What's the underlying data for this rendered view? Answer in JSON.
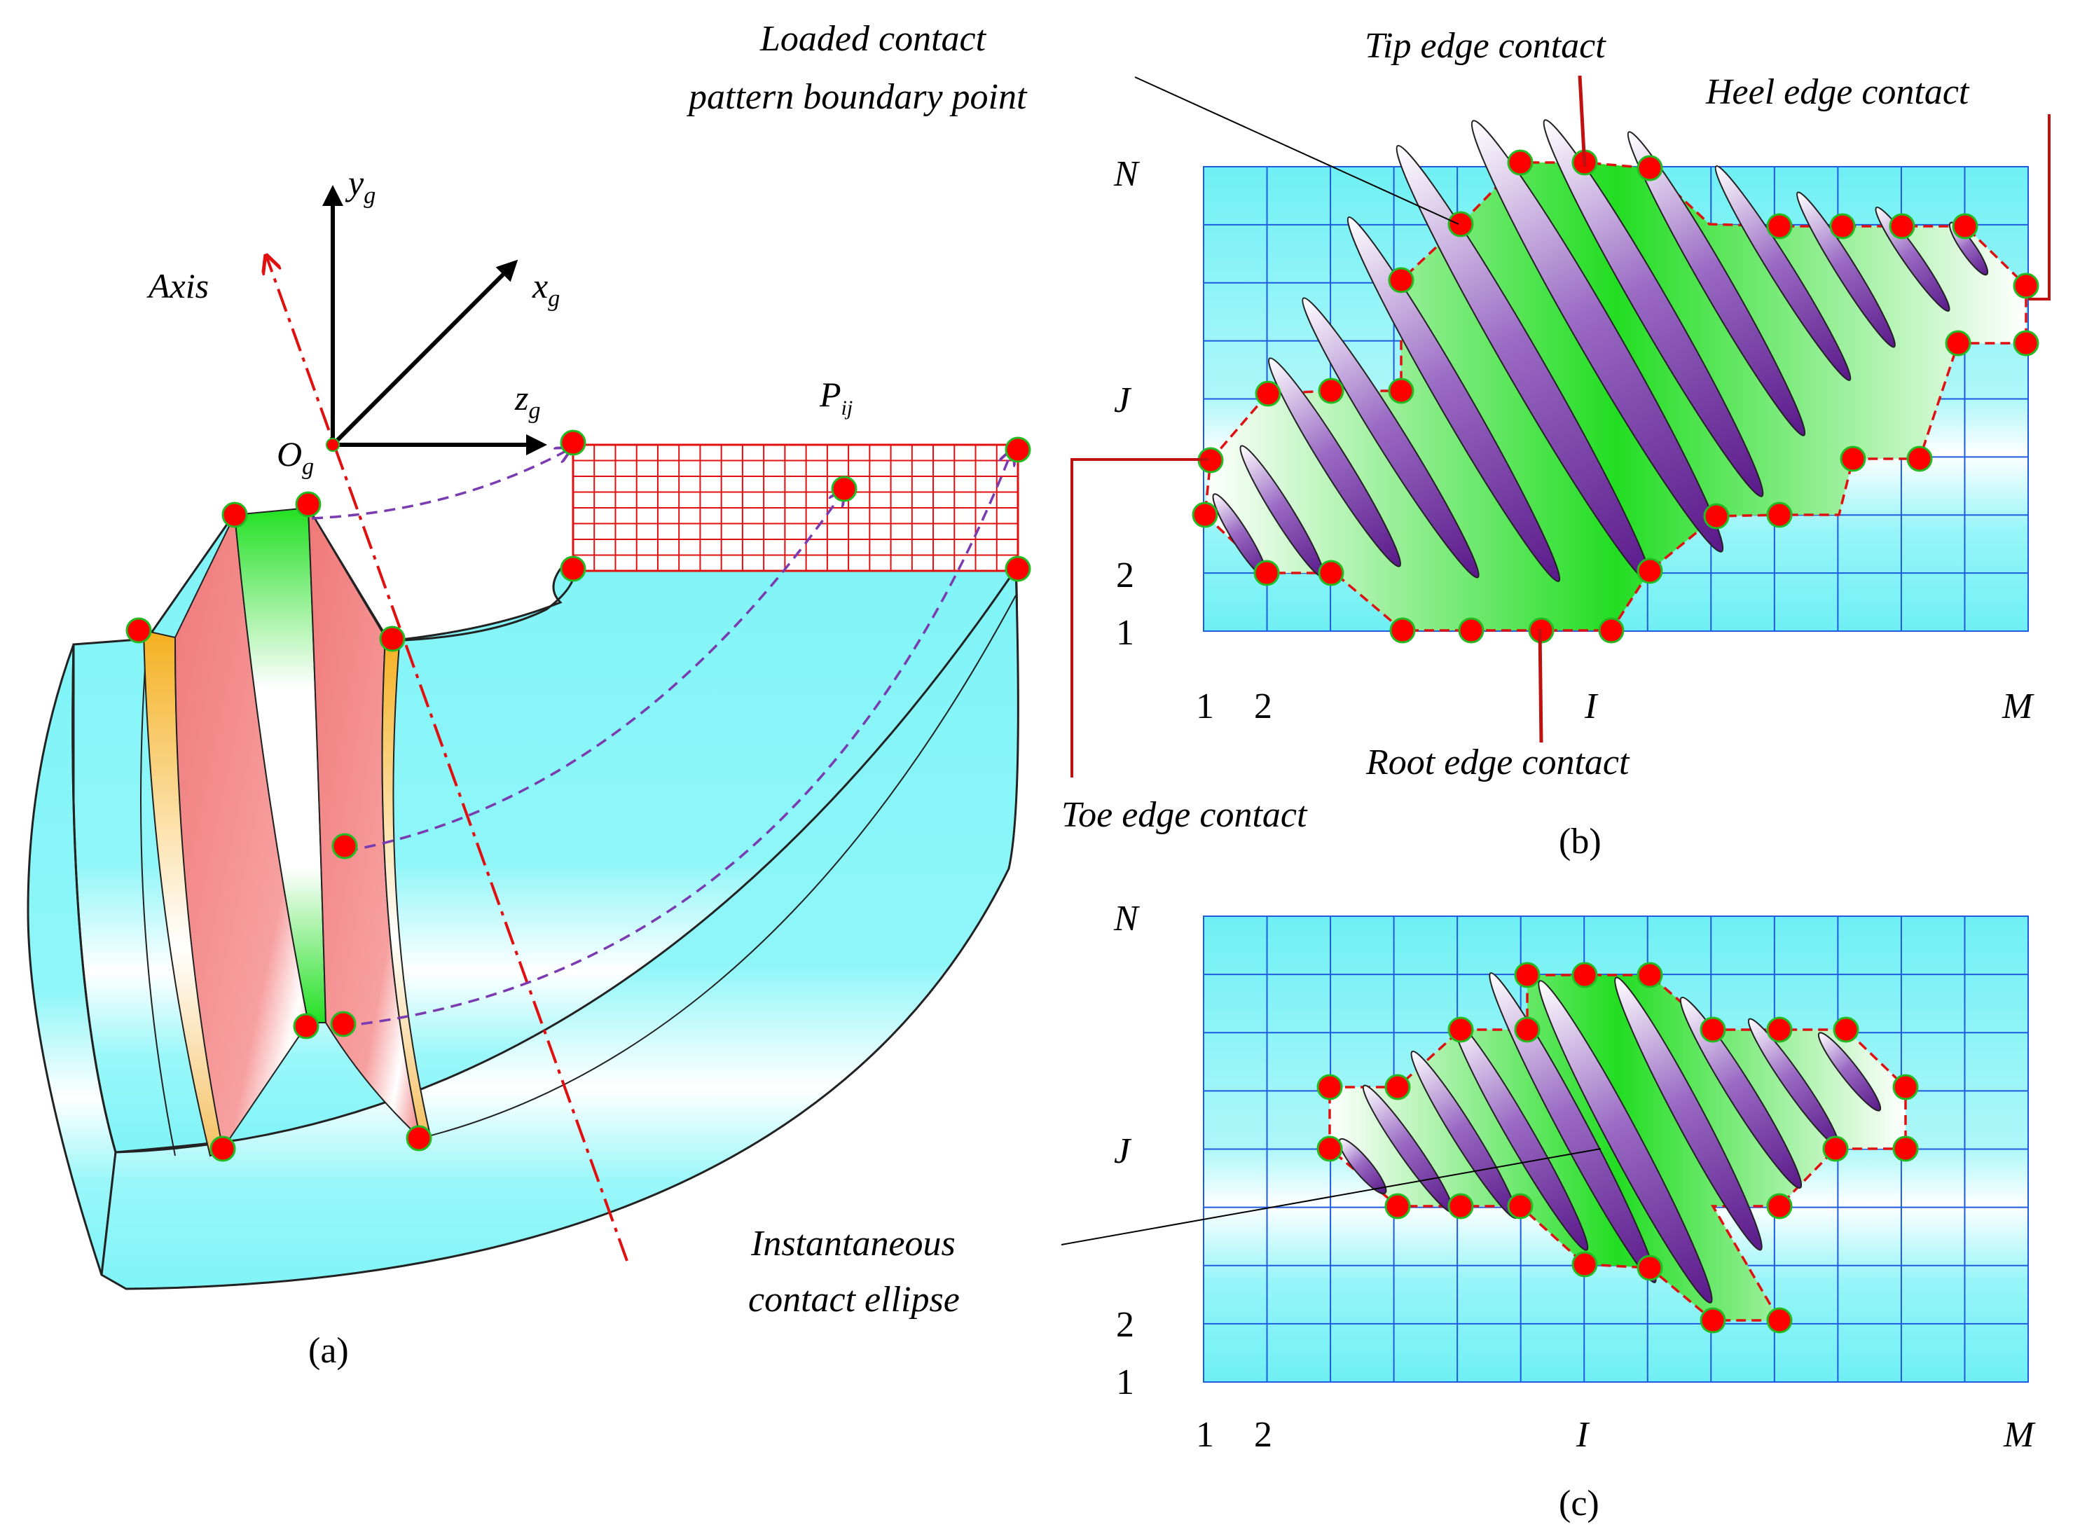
{
  "panel_a": {
    "caption": "(a)",
    "axis_label": "Axis",
    "yg": {
      "main": "y",
      "sub": "g"
    },
    "xg": {
      "main": "x",
      "sub": "g"
    },
    "zg": {
      "main": "z",
      "sub": "g"
    },
    "og": {
      "main": "O",
      "sub": "g"
    },
    "pij": {
      "main": "P",
      "sub": "ij"
    }
  },
  "panel_b": {
    "caption": "(b)",
    "row_labels": {
      "n": "N",
      "j": "J",
      "two": "2",
      "one": "1"
    },
    "col_labels": {
      "one": "1",
      "two": "2",
      "i": "I",
      "m": "M"
    },
    "annotations": {
      "loaded_line1": "Loaded contact",
      "loaded_line2": "pattern boundary point",
      "tip": "Tip edge contact",
      "heel": "Heel edge contact",
      "toe": "Toe edge contact",
      "root": "Root edge contact"
    }
  },
  "panel_c": {
    "caption": "(c)",
    "row_labels": {
      "n": "N",
      "j": "J",
      "two": "2",
      "one": "1"
    },
    "col_labels": {
      "one": "1",
      "two": "2",
      "i": "I",
      "m": "M"
    },
    "annotations": {
      "inst_line1": "Instantaneous",
      "inst_line2": "contact ellipse"
    }
  },
  "colors": {
    "gear_cyan": "#7ff4f7",
    "grid_cyan": "#8af2f6",
    "grid_line": "#1e5be0",
    "contact_green": "#22e022",
    "ellipse_purple": "#6a2a9a",
    "boundary_red": "#e01010",
    "point_fill": "#ff0000",
    "point_edge": "#22bb22",
    "flank_pink": "#f28a8a",
    "flank_orange": "#f5b62a",
    "path_purple": "#7a3ab0",
    "callout_red": "#c01010"
  }
}
